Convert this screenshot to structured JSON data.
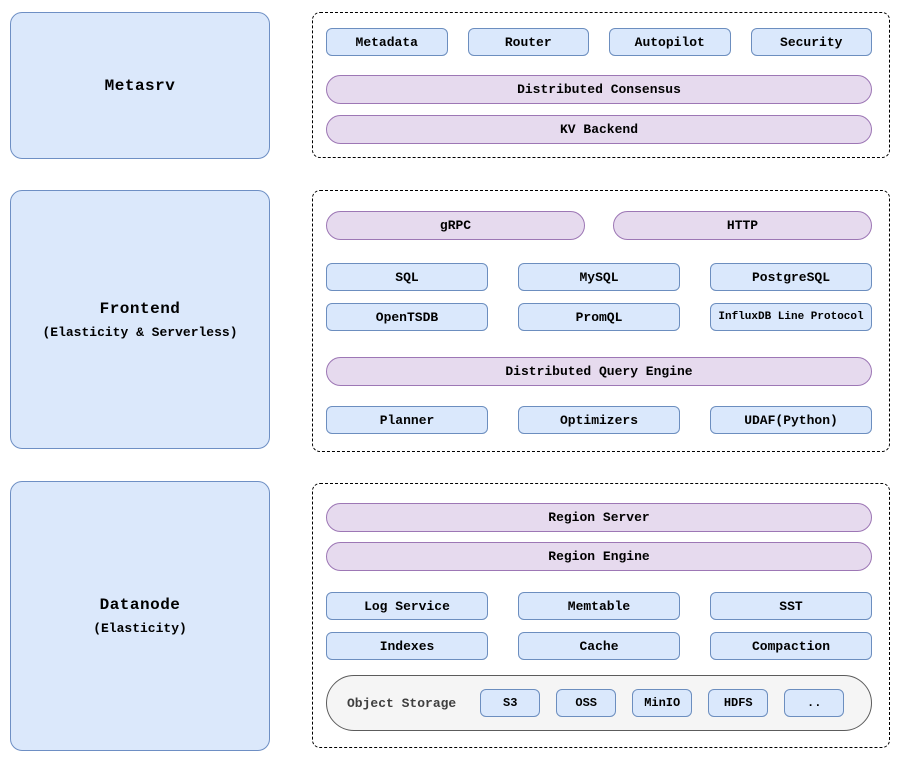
{
  "left_boxes": [
    {
      "title": "Metasrv",
      "subtitle": ""
    },
    {
      "title": "Frontend",
      "subtitle": "(Elasticity & Serverless)"
    },
    {
      "title": "Datanode",
      "subtitle": "(Elasticity)"
    }
  ],
  "metasrv": {
    "modules": [
      "Metadata",
      "Router",
      "Autopilot",
      "Security"
    ],
    "consensus_pill": "Distributed Consensus",
    "kv_pill": "KV Backend"
  },
  "frontend": {
    "protocol_pills": [
      "gRPC",
      "HTTP"
    ],
    "protocols_row1": [
      "SQL",
      "MySQL",
      "PostgreSQL"
    ],
    "protocols_row2": [
      "OpenTSDB",
      "PromQL",
      "InfluxDB Line Protocol"
    ],
    "engine_pill": "Distributed Query Engine",
    "engine_modules": [
      "Planner",
      "Optimizers",
      "UDAF(Python)"
    ]
  },
  "datanode": {
    "server_pill": "Region Server",
    "engine_pill": "Region Engine",
    "modules_row1": [
      "Log Service",
      "Memtable",
      "SST"
    ],
    "modules_row2": [
      "Indexes",
      "Cache",
      "Compaction"
    ],
    "object_storage": {
      "label": "Object Storage",
      "backends": [
        "S3",
        "OSS",
        "MinIO",
        "HDFS",
        ".."
      ]
    }
  },
  "colors": {
    "node_fill": "#dae8fc",
    "node_border": "#6c8ebf",
    "pill_fill": "#e6daee",
    "pill_border": "#9d77b5",
    "bigbox_fill": "#dbe8fb",
    "storage_fill": "#f5f5f5",
    "dashed_border": "#000000"
  }
}
